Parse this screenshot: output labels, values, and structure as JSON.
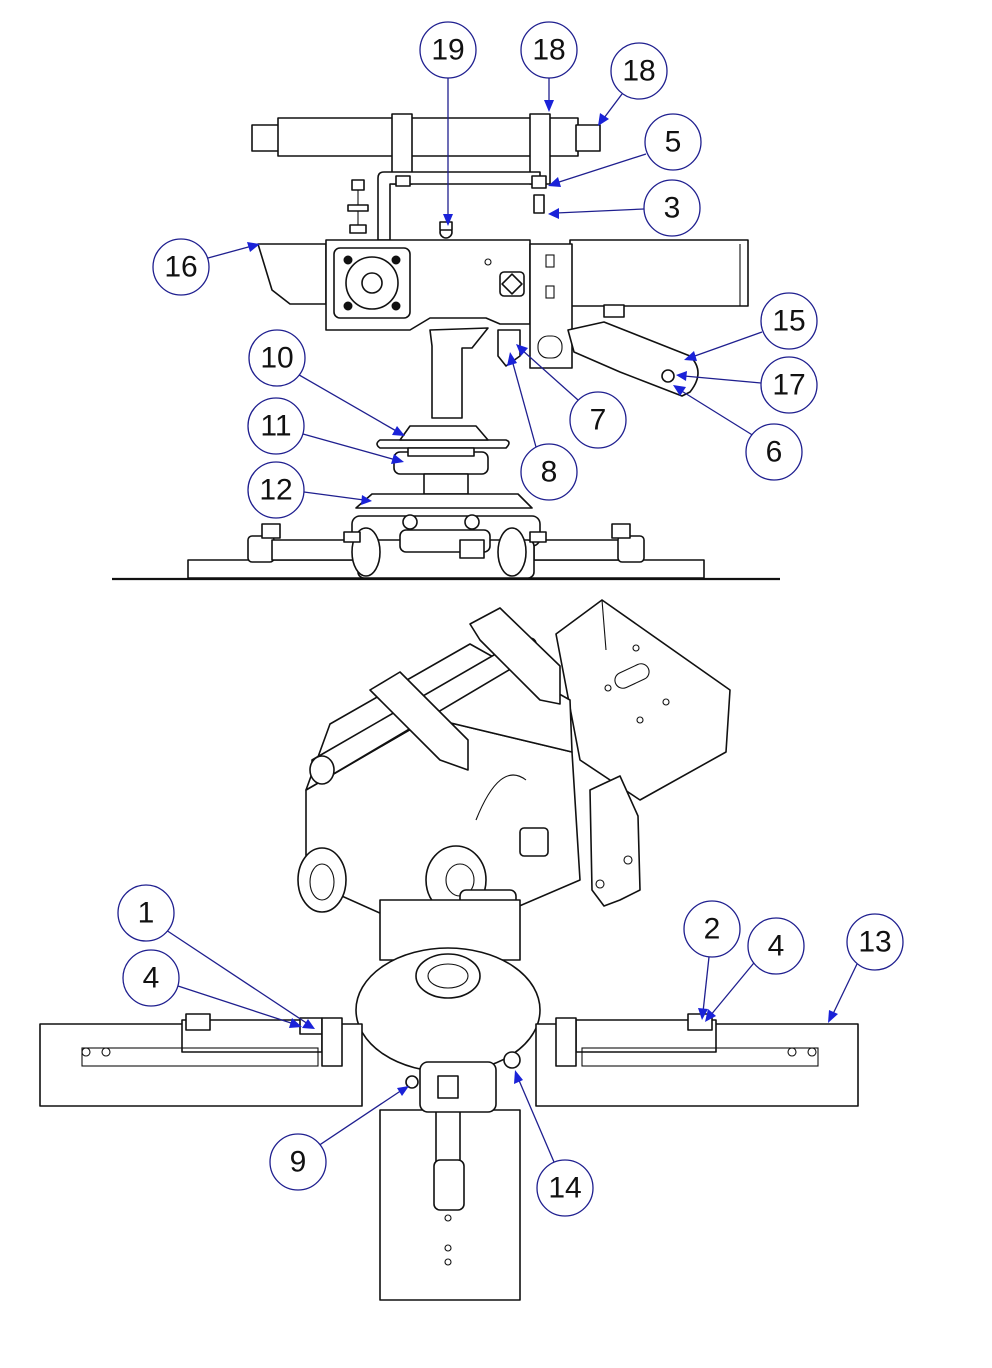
{
  "colors": {
    "callout_ring": "#1f1f8f",
    "arrow": "#1a22d8",
    "line": "#111111",
    "background": "#ffffff"
  },
  "callouts": [
    {
      "id": "c19",
      "label": "19"
    },
    {
      "id": "c18a",
      "label": "18"
    },
    {
      "id": "c18b",
      "label": "18"
    },
    {
      "id": "c5",
      "label": "5"
    },
    {
      "id": "c3",
      "label": "3"
    },
    {
      "id": "c16",
      "label": "16"
    },
    {
      "id": "c15",
      "label": "15"
    },
    {
      "id": "c17",
      "label": "17"
    },
    {
      "id": "c10",
      "label": "10"
    },
    {
      "id": "c7",
      "label": "7"
    },
    {
      "id": "c6",
      "label": "6"
    },
    {
      "id": "c11",
      "label": "11"
    },
    {
      "id": "c8",
      "label": "8"
    },
    {
      "id": "c12",
      "label": "12"
    },
    {
      "id": "c1",
      "label": "1"
    },
    {
      "id": "c2",
      "label": "2"
    },
    {
      "id": "c4a",
      "label": "4"
    },
    {
      "id": "c13",
      "label": "13"
    },
    {
      "id": "c4b",
      "label": "4"
    },
    {
      "id": "c9",
      "label": "9"
    },
    {
      "id": "c14",
      "label": "14"
    }
  ]
}
